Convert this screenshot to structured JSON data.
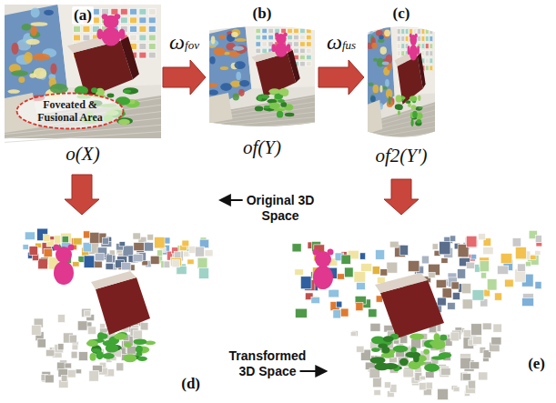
{
  "diagram": {
    "nodes": [
      {
        "text": [
          "(a)",
          "o(X)"
        ]
      },
      {
        "text": [
          "Foveated & Fusional Area"
        ],
        "in": 0
      },
      {
        "text": [
          "(b)",
          "of(Y)"
        ]
      },
      {
        "text": [
          "(c)",
          "of2(Y′)"
        ]
      },
      {
        "text": [
          "(d)"
        ]
      },
      {
        "text": [
          "(e)"
        ]
      }
    ],
    "edges": [
      {
        "from": 0,
        "to": 2,
        "arrow": "to",
        "label": "ωfov"
      },
      {
        "from": 2,
        "to": 3,
        "arrow": "to",
        "label": "ωfus"
      },
      {
        "from": 0,
        "to": 4,
        "arrow": "to"
      },
      {
        "from": 3,
        "to": 5,
        "arrow": "to"
      }
    ],
    "labels": [
      "Original 3D Space",
      "Transformed 3D Space"
    ]
  }
}
